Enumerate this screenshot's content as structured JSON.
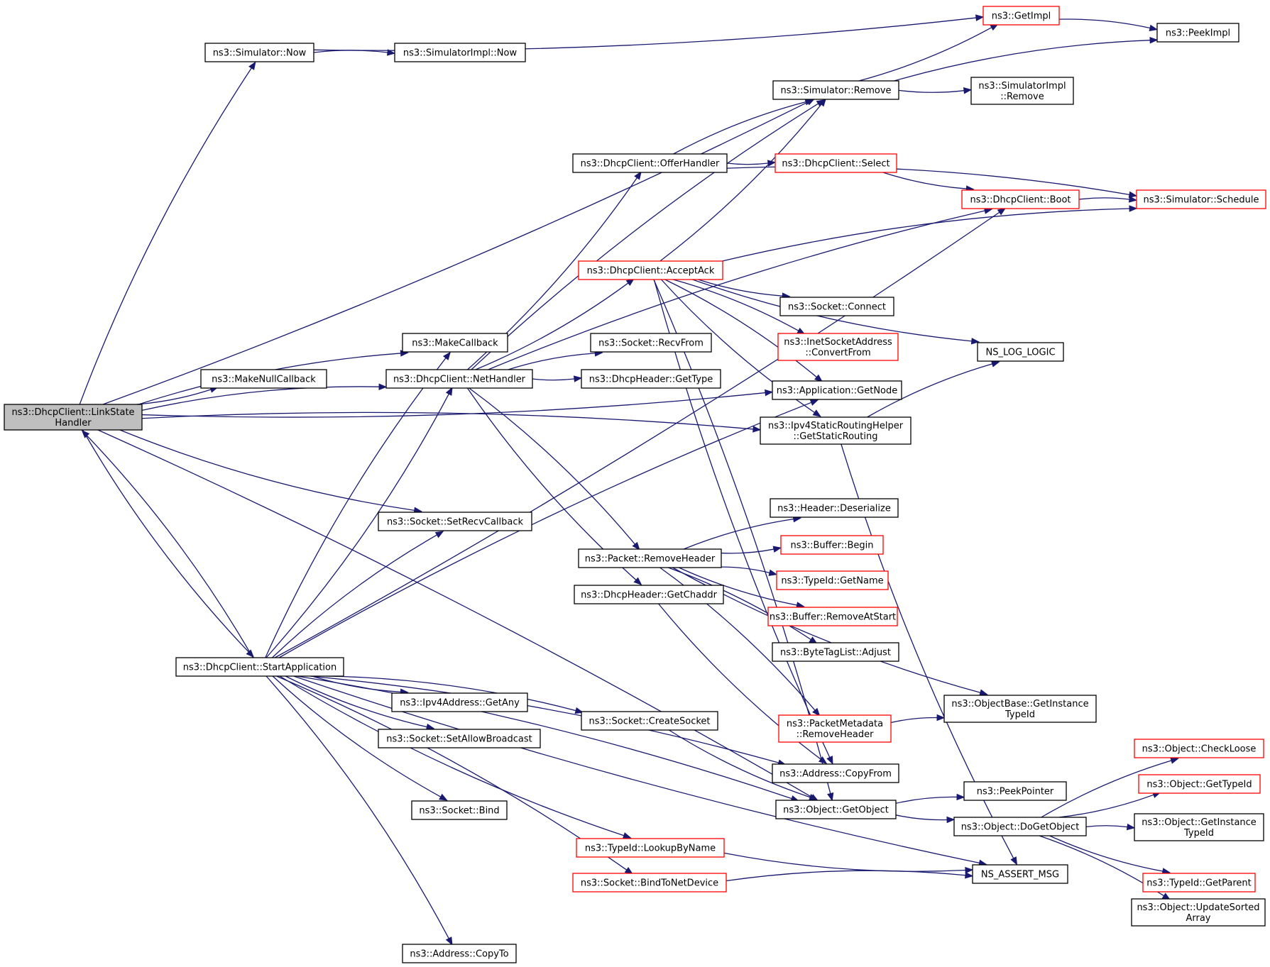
{
  "title": "",
  "colors": {
    "edge": "#191970",
    "border_normal": "#000000",
    "border_truncated": "#ff0000",
    "fill_root": "#bfbfbf",
    "fill_normal": "#ffffff"
  },
  "nodes": [
    {
      "id": "linkstate",
      "lines": [
        "ns3::DhcpClient::LinkState",
        "Handler"
      ],
      "style": "root"
    },
    {
      "id": "simnow",
      "lines": [
        "ns3::Simulator::Now"
      ],
      "style": "normal"
    },
    {
      "id": "simimplnow",
      "lines": [
        "ns3::SimulatorImpl::Now"
      ],
      "style": "normal"
    },
    {
      "id": "getimpl",
      "lines": [
        "ns3::GetImpl"
      ],
      "style": "truncated"
    },
    {
      "id": "peekimpl",
      "lines": [
        "ns3::PeekImpl"
      ],
      "style": "normal"
    },
    {
      "id": "simremove",
      "lines": [
        "ns3::Simulator::Remove"
      ],
      "style": "normal"
    },
    {
      "id": "simimplremove",
      "lines": [
        "ns3::SimulatorImpl",
        "::Remove"
      ],
      "style": "normal"
    },
    {
      "id": "offer",
      "lines": [
        "ns3::DhcpClient::OfferHandler"
      ],
      "style": "normal"
    },
    {
      "id": "select",
      "lines": [
        "ns3::DhcpClient::Select"
      ],
      "style": "truncated"
    },
    {
      "id": "boot",
      "lines": [
        "ns3::DhcpClient::Boot"
      ],
      "style": "truncated"
    },
    {
      "id": "schedule",
      "lines": [
        "ns3::Simulator::Schedule"
      ],
      "style": "truncated"
    },
    {
      "id": "accept",
      "lines": [
        "ns3::DhcpClient::AcceptAck"
      ],
      "style": "truncated"
    },
    {
      "id": "connect",
      "lines": [
        "ns3::Socket::Connect"
      ],
      "style": "normal"
    },
    {
      "id": "inetconv",
      "lines": [
        "ns3::InetSocketAddress",
        "::ConvertFrom"
      ],
      "style": "truncated"
    },
    {
      "id": "nslog",
      "lines": [
        "NS_LOG_LOGIC"
      ],
      "style": "normal"
    },
    {
      "id": "makecb",
      "lines": [
        "ns3::MakeCallback"
      ],
      "style": "normal"
    },
    {
      "id": "recvfrom",
      "lines": [
        "ns3::Socket::RecvFrom"
      ],
      "style": "normal"
    },
    {
      "id": "makenull",
      "lines": [
        "ns3::MakeNullCallback"
      ],
      "style": "normal"
    },
    {
      "id": "nethandler",
      "lines": [
        "ns3::DhcpClient::NetHandler"
      ],
      "style": "normal"
    },
    {
      "id": "gettype",
      "lines": [
        "ns3::DhcpHeader::GetType"
      ],
      "style": "normal"
    },
    {
      "id": "getnode",
      "lines": [
        "ns3::Application::GetNode"
      ],
      "style": "normal"
    },
    {
      "id": "getstatic",
      "lines": [
        "ns3::Ipv4StaticRoutingHelper",
        "::GetStaticRouting"
      ],
      "style": "normal"
    },
    {
      "id": "setrecv",
      "lines": [
        "ns3::Socket::SetRecvCallback"
      ],
      "style": "normal"
    },
    {
      "id": "deser",
      "lines": [
        "ns3::Header::Deserialize"
      ],
      "style": "normal"
    },
    {
      "id": "removeheader",
      "lines": [
        "ns3::Packet::RemoveHeader"
      ],
      "style": "normal"
    },
    {
      "id": "bufbegin",
      "lines": [
        "ns3::Buffer::Begin"
      ],
      "style": "truncated"
    },
    {
      "id": "typeidname",
      "lines": [
        "ns3::TypeId::GetName"
      ],
      "style": "truncated"
    },
    {
      "id": "getchaddr",
      "lines": [
        "ns3::DhcpHeader::GetChaddr"
      ],
      "style": "normal"
    },
    {
      "id": "bufremove",
      "lines": [
        "ns3::Buffer::RemoveAtStart"
      ],
      "style": "truncated"
    },
    {
      "id": "adjust",
      "lines": [
        "ns3::ByteTagList::Adjust"
      ],
      "style": "normal"
    },
    {
      "id": "startapp",
      "lines": [
        "ns3::DhcpClient::StartApplication"
      ],
      "style": "normal"
    },
    {
      "id": "getany",
      "lines": [
        "ns3::Ipv4Address::GetAny"
      ],
      "style": "normal"
    },
    {
      "id": "createsocket",
      "lines": [
        "ns3::Socket::CreateSocket"
      ],
      "style": "normal"
    },
    {
      "id": "objbase",
      "lines": [
        "ns3::ObjectBase::GetInstance",
        "TypeId"
      ],
      "style": "normal"
    },
    {
      "id": "setallow",
      "lines": [
        "ns3::Socket::SetAllowBroadcast"
      ],
      "style": "normal"
    },
    {
      "id": "pmremove",
      "lines": [
        "ns3::PacketMetadata",
        "::RemoveHeader"
      ],
      "style": "truncated"
    },
    {
      "id": "copyfrom",
      "lines": [
        "ns3::Address::CopyFrom"
      ],
      "style": "normal"
    },
    {
      "id": "checkloose",
      "lines": [
        "ns3::Object::CheckLoose"
      ],
      "style": "truncated"
    },
    {
      "id": "peekptr",
      "lines": [
        "ns3::PeekPointer"
      ],
      "style": "normal"
    },
    {
      "id": "bind",
      "lines": [
        "ns3::Socket::Bind"
      ],
      "style": "normal"
    },
    {
      "id": "getobject",
      "lines": [
        "ns3::Object::GetObject"
      ],
      "style": "normal"
    },
    {
      "id": "objgettypeid",
      "lines": [
        "ns3::Object::GetTypeId"
      ],
      "style": "truncated"
    },
    {
      "id": "dogetobject",
      "lines": [
        "ns3::Object::DoGetObject"
      ],
      "style": "normal"
    },
    {
      "id": "objgetinst",
      "lines": [
        "ns3::Object::GetInstance",
        "TypeId"
      ],
      "style": "normal"
    },
    {
      "id": "lookup",
      "lines": [
        "ns3::TypeId::LookupByName"
      ],
      "style": "truncated"
    },
    {
      "id": "getparent",
      "lines": [
        "ns3::TypeId::GetParent"
      ],
      "style": "truncated"
    },
    {
      "id": "bindnet",
      "lines": [
        "ns3::Socket::BindToNetDevice"
      ],
      "style": "truncated"
    },
    {
      "id": "assert",
      "lines": [
        "NS_ASSERT_MSG"
      ],
      "style": "normal"
    },
    {
      "id": "updsorted",
      "lines": [
        "ns3::Object::UpdateSorted",
        "Array"
      ],
      "style": "normal"
    },
    {
      "id": "copyto",
      "lines": [
        "ns3::Address::CopyTo"
      ],
      "style": "normal"
    }
  ],
  "edges": [
    [
      "linkstate",
      "simnow"
    ],
    [
      "linkstate",
      "simremove"
    ],
    [
      "linkstate",
      "makecb"
    ],
    [
      "linkstate",
      "makenull"
    ],
    [
      "linkstate",
      "nethandler"
    ],
    [
      "linkstate",
      "getnode"
    ],
    [
      "linkstate",
      "getstatic"
    ],
    [
      "linkstate",
      "setrecv"
    ],
    [
      "linkstate",
      "getobject"
    ],
    [
      "linkstate",
      "startapp"
    ],
    [
      "simnow",
      "simimplnow"
    ],
    [
      "simnow",
      "getimpl"
    ],
    [
      "getimpl",
      "peekimpl"
    ],
    [
      "simremove",
      "getimpl"
    ],
    [
      "simremove",
      "peekimpl"
    ],
    [
      "simremove",
      "simimplremove"
    ],
    [
      "offer",
      "simremove"
    ],
    [
      "offer",
      "select"
    ],
    [
      "offer",
      "schedule"
    ],
    [
      "select",
      "boot"
    ],
    [
      "boot",
      "schedule"
    ],
    [
      "accept",
      "simremove"
    ],
    [
      "accept",
      "schedule"
    ],
    [
      "accept",
      "connect"
    ],
    [
      "accept",
      "inetconv"
    ],
    [
      "accept",
      "nslog"
    ],
    [
      "accept",
      "getnode"
    ],
    [
      "accept",
      "getstatic"
    ],
    [
      "accept",
      "getobject"
    ],
    [
      "accept",
      "copyfrom"
    ],
    [
      "nethandler",
      "simremove"
    ],
    [
      "nethandler",
      "offer"
    ],
    [
      "nethandler",
      "boot"
    ],
    [
      "nethandler",
      "accept"
    ],
    [
      "nethandler",
      "recvfrom"
    ],
    [
      "nethandler",
      "gettype"
    ],
    [
      "nethandler",
      "removeheader"
    ],
    [
      "nethandler",
      "getchaddr"
    ],
    [
      "getstatic",
      "nslog"
    ],
    [
      "getstatic",
      "assert"
    ],
    [
      "removeheader",
      "deser"
    ],
    [
      "removeheader",
      "bufbegin"
    ],
    [
      "removeheader",
      "typeidname"
    ],
    [
      "removeheader",
      "bufremove"
    ],
    [
      "removeheader",
      "adjust"
    ],
    [
      "removeheader",
      "objbase"
    ],
    [
      "removeheader",
      "pmremove"
    ],
    [
      "getchaddr",
      "copyfrom"
    ],
    [
      "pmremove",
      "objbase"
    ],
    [
      "startapp",
      "linkstate"
    ],
    [
      "startapp",
      "makecb"
    ],
    [
      "startapp",
      "nethandler"
    ],
    [
      "startapp",
      "getnode"
    ],
    [
      "startapp",
      "boot"
    ],
    [
      "startapp",
      "setrecv"
    ],
    [
      "startapp",
      "getany"
    ],
    [
      "startapp",
      "createsocket"
    ],
    [
      "startapp",
      "setallow"
    ],
    [
      "startapp",
      "copyfrom"
    ],
    [
      "startapp",
      "bind"
    ],
    [
      "startapp",
      "getobject"
    ],
    [
      "startapp",
      "lookup"
    ],
    [
      "startapp",
      "bindnet"
    ],
    [
      "startapp",
      "assert"
    ],
    [
      "startapp",
      "copyto"
    ],
    [
      "createsocket",
      "getobject"
    ],
    [
      "getobject",
      "peekptr"
    ],
    [
      "getobject",
      "dogetobject"
    ],
    [
      "dogetobject",
      "checkloose"
    ],
    [
      "dogetobject",
      "objgettypeid"
    ],
    [
      "dogetobject",
      "objgetinst"
    ],
    [
      "dogetobject",
      "getparent"
    ],
    [
      "dogetobject",
      "updsorted"
    ],
    [
      "lookup",
      "assert"
    ],
    [
      "bindnet",
      "assert"
    ]
  ]
}
